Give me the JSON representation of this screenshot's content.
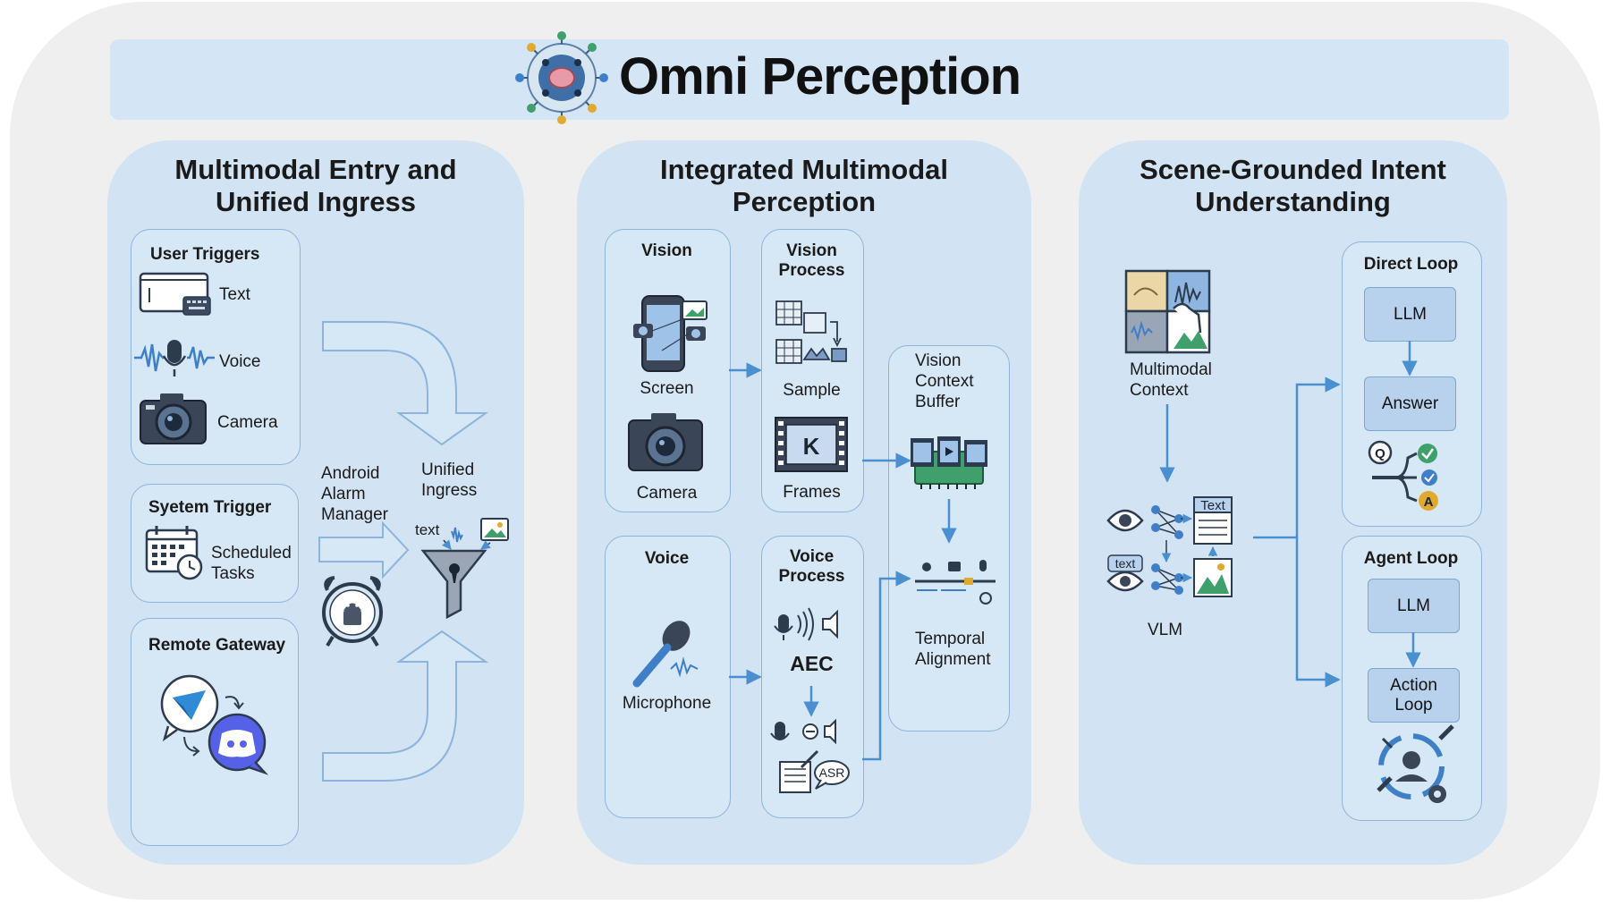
{
  "title": "Omni Perception",
  "colors": {
    "background": "#efefef",
    "panel": "#d2e4f4",
    "box_border": "#8cb4dc",
    "arrow": "#4a8fd0",
    "small_box": "#b8d2ee"
  },
  "panels": {
    "ingress": {
      "title_line1": "Multimodal Entry and",
      "title_line2": "Unified Ingress",
      "user_triggers": {
        "title": "User Triggers",
        "text": "Text",
        "voice": "Voice",
        "camera": "Camera"
      },
      "system_trigger": {
        "title": "Syetem Trigger",
        "scheduled_1": "Scheduled",
        "scheduled_2": "Tasks"
      },
      "remote_gateway": {
        "title": "Remote Gateway"
      },
      "alarm_1": "Android",
      "alarm_2": "Alarm",
      "alarm_3": "Manager",
      "unified_1": "Unified",
      "unified_2": "Ingress",
      "funnel_text": "text"
    },
    "perception": {
      "title_line1": "Integrated Multimodal",
      "title_line2": "Perception",
      "vision": {
        "title": "Vision",
        "screen": "Screen",
        "camera": "Camera"
      },
      "vision_process": {
        "title_1": "Vision",
        "title_2": "Process",
        "sample": "Sample",
        "frames": "Frames"
      },
      "buffer": {
        "l1": "Vision",
        "l2": "Context",
        "l3": "Buffer",
        "align_1": "Temporal",
        "align_2": "Alignment"
      },
      "voice": {
        "title": "Voice",
        "microphone": "Microphone"
      },
      "voice_process": {
        "title_1": "Voice",
        "title_2": "Process",
        "aec": "AEC",
        "asr": "ASR"
      }
    },
    "intent": {
      "title_line1": "Scene-Grounded Intent",
      "title_line2": "Understanding",
      "context_1": "Multimodal",
      "context_2": "Context",
      "vlm": "VLM",
      "vlm_text_1": "Text",
      "vlm_text_2": "text",
      "direct_loop": {
        "title": "Direct Loop",
        "llm": "LLM",
        "answer": "Answer"
      },
      "agent_loop": {
        "title": "Agent Loop",
        "llm": "LLM",
        "action_1": "Action",
        "action_2": "Loop"
      }
    }
  }
}
